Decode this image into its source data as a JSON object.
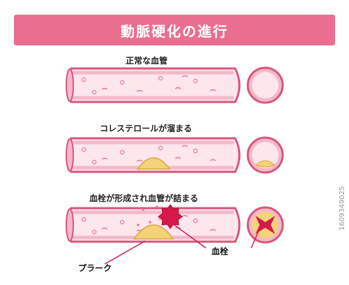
{
  "title": "動脈硬化の進行",
  "stages": [
    {
      "label": "正常な血管",
      "plaque": "none",
      "clot": false
    },
    {
      "label": "コレステロールが溜まる",
      "plaque": "small",
      "clot": false
    },
    {
      "label": "血栓が形成され血管が詰まる",
      "plaque": "large",
      "clot": true
    }
  ],
  "callouts": {
    "plaque": "プラーク",
    "clot": "血栓"
  },
  "colors": {
    "title_bar": "#ea6f8f",
    "vessel_wall": "#d9567a",
    "vessel_wall_light": "#f3b9c8",
    "vessel_lumen": "#fde6ec",
    "plaque_fill": "#f4d27a",
    "plaque_edge": "#d8a63a",
    "clot": "#d7184a",
    "blood_cell": "#e57a94"
  },
  "watermark": "1609349025"
}
